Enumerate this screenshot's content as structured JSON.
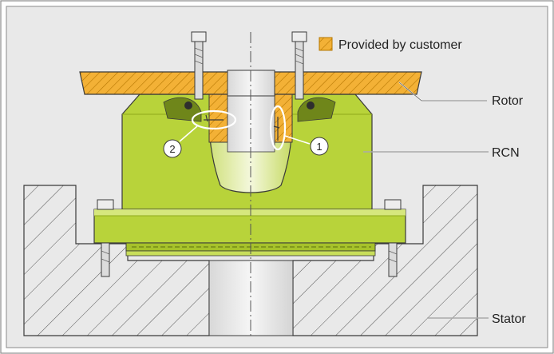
{
  "legend": {
    "swatch_name": "hatched-orange-swatch",
    "text": "Provided by customer"
  },
  "callouts": {
    "rotor": "Rotor",
    "rcn": "RCN",
    "stator": "Stator"
  },
  "detail_markers": {
    "one": "1",
    "two": "2"
  },
  "colors": {
    "frame": "#8a8a8a",
    "background": "#e9e9e9",
    "hatch_line": "#555555",
    "customer_part": "#f3b136",
    "customer_hatch": "#b57600",
    "encoder_body": "#b8d33a",
    "encoder_light": "#d6e77d",
    "encoder_dark": "#8faa1a",
    "outline": "#3a3a3a"
  }
}
